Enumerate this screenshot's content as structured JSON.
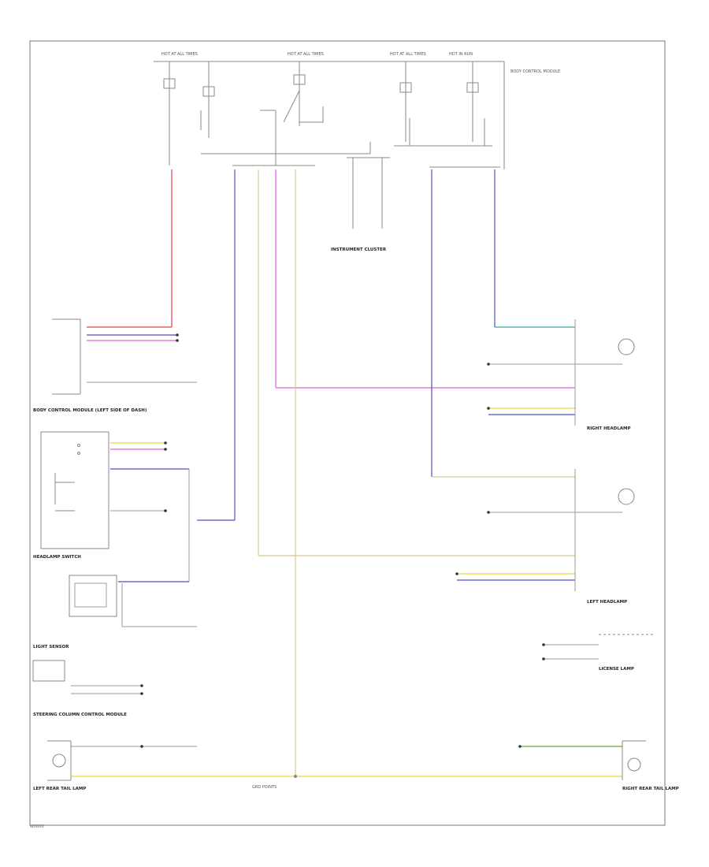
{
  "footer": {
    "figure_code": "W0000"
  },
  "top_labels": [
    "HOT AT ALL TIMES",
    "HOT AT ALL TIMES",
    "HOT AT ALL TIMES",
    "HOT IN RUN",
    "BODY CONTROL MODULE"
  ],
  "modules": {
    "bcm": "BODY CONTROL MODULE (LEFT SIDE OF DASH)",
    "headlamp_switch": "HEADLAMP SWITCH",
    "light_sensor": "LIGHT SENSOR",
    "steering_column": "STEERING COLUMN CONTROL MODULE",
    "instrument_cluster": "INSTRUMENT CLUSTER",
    "left_headlamp": "LEFT HEADLAMP",
    "right_headlamp": "RIGHT HEADLAMP",
    "license_lamp": "LICENSE LAMP",
    "right_rear_tail": "RIGHT REAR TAIL LAMP",
    "left_rear_tail": "LEFT REAR TAIL LAMP",
    "ground_note": "GRD POINTS"
  },
  "wire_colors": {
    "red": "#e04040",
    "blue": "#4a52c8",
    "pink": "#e060e0",
    "yellow": "#e8d840",
    "tan": "#d8c890",
    "green": "#5aaa3a",
    "teal": "#40a0a0",
    "gray": "#9a9a9a"
  }
}
